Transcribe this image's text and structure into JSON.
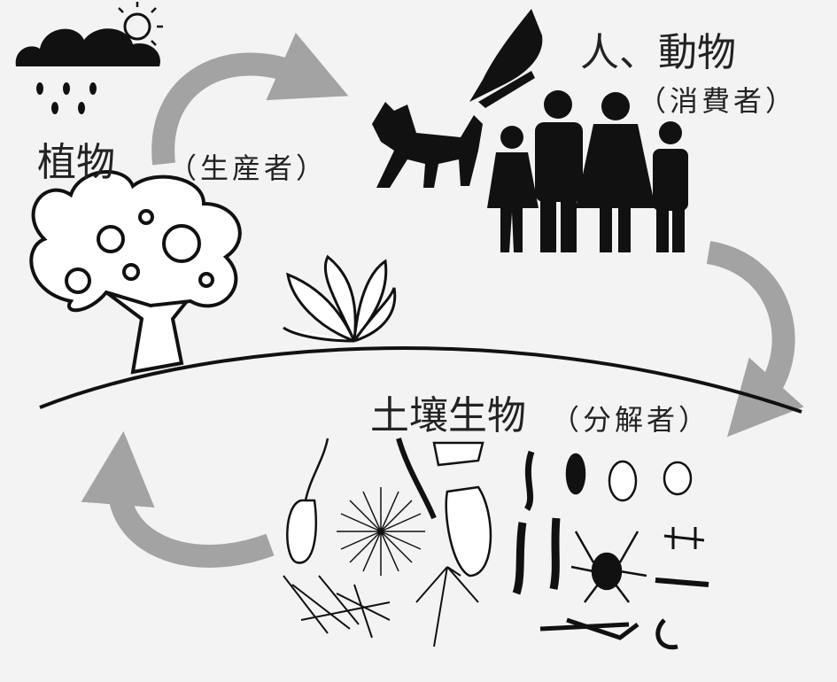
{
  "labels": {
    "producer_title": "植物",
    "producer_role": "（生産者）",
    "consumer_title": "人、動物",
    "consumer_role": "（消費者）",
    "decomposer_title": "土壤生物",
    "decomposer_role": "（分解者）"
  },
  "colors": {
    "arrow": "#a3a3a3",
    "ink": "#111111",
    "background": "#f3f3f3"
  },
  "icons": [
    "cloud-icon",
    "sun-icon",
    "rain-icon",
    "tree-icon",
    "flower-icon",
    "dog-icon",
    "bird-icon",
    "family-icon",
    "soil-organisms-icon"
  ]
}
